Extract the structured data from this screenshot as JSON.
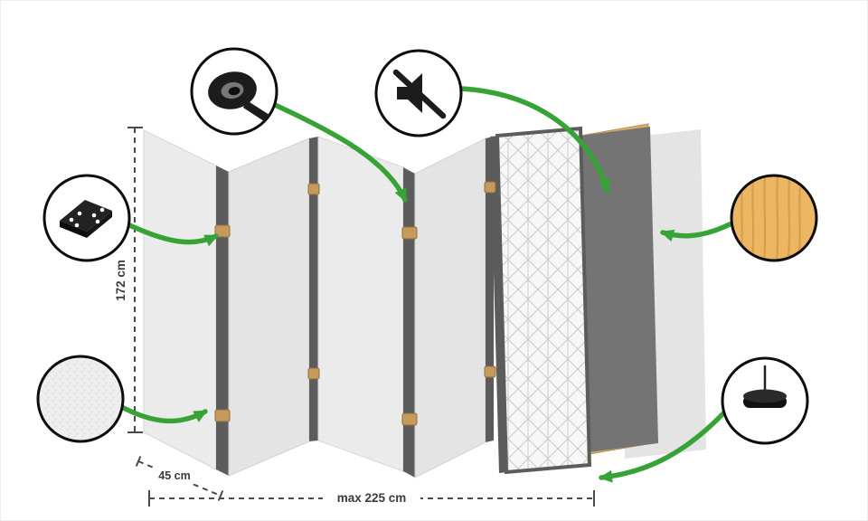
{
  "diagram": {
    "title": "folding-screen-construction-infographic",
    "dimensions": {
      "height": "172 cm",
      "panel_width": "45 cm",
      "max_width": "max 225 cm"
    },
    "features": [
      {
        "id": "hinge",
        "icon": "hinge-icon"
      },
      {
        "id": "tape",
        "icon": "tape-roll-icon"
      },
      {
        "id": "mute",
        "icon": "muted-speaker-icon"
      },
      {
        "id": "texture",
        "icon": "texture-swatch"
      },
      {
        "id": "wood",
        "icon": "wood-swatch"
      },
      {
        "id": "pin",
        "icon": "pin-icon"
      }
    ],
    "colors": {
      "accent_green": "#37a336",
      "panel_light": "#ebebeb",
      "panel_shaded": "#e4e4e4",
      "panel_edge_dark": "#5c5c5c",
      "hinge_tan": "#c59a5b",
      "wood_frame": "#dcb069",
      "wood_swatch": "#ecb765",
      "felt_dark": "#747474",
      "icon_black": "#1a1a1a",
      "dimension_text": "#3a3a3a"
    }
  }
}
